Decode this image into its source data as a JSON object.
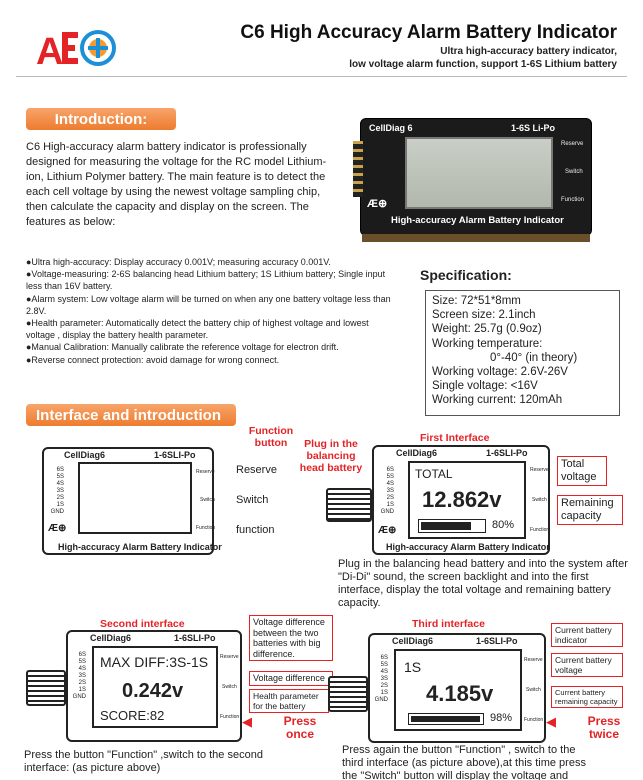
{
  "header": {
    "title": "C6 High Accuracy Alarm Battery Indicator",
    "subtitle_1": "Ultra high-accuracy battery indicator,",
    "subtitle_2": "low voltage alarm function, support 1-6S Lithium battery"
  },
  "intro": {
    "heading": "Introduction:",
    "paragraph": "C6 High-accuracy alarm battery indicator is professionally designed for measuring the voltage for the RC model Lithium-ion, Lithium Polymer battery. The main feature is to detect the each cell voltage by using the newest voltage sampling chip, then calculate the capacity and display on the screen. The features as below:",
    "features": [
      "●Ultra high-accuracy: Display accuracy 0.001V; measuring accuracy 0.001V.",
      "●Voltage-measuring: 2-6S balancing head Lithium battery; 1S Lithium battery; Single input less than 16V battery.",
      "●Alarm system: Low voltage alarm will be turned on when any one battery voltage less than 2.8V.",
      "●Health parameter:  Automatically detect the battery chip of highest voltage and lowest voltage , display the battery health parameter.",
      "●Manual Calibration: Manually calibrate the reference voltage for electron drift.",
      "●Reverse connect protection: avoid damage for wrong connect."
    ]
  },
  "product_photo": {
    "brand": "CellDiag 6",
    "model": "1-6S Li-Po",
    "caption": "High-accuracy Alarm Battery Indicator",
    "buttons": [
      "Reserve",
      "Switch",
      "Function"
    ]
  },
  "spec": {
    "heading": "Specification:",
    "lines": [
      "Size: 72*51*8mm",
      "Screen size: 2.1inch",
      "Weight: 25.7g (0.9oz)",
      "Working temperature:",
      "0°-40° (in theory)",
      "Working voltage: 2.6V-26V",
      "Single voltage: <16V",
      "Working current: 120mAh"
    ]
  },
  "interface": {
    "heading": "Interface and introduction",
    "device_brand": "CellDiag6",
    "device_model": "1-6SLI-Po",
    "device_caption": "High-accuracy Alarm Battery Indicator",
    "pin_labels": [
      "6S",
      "5S",
      "4S",
      "3S",
      "2S",
      "1S",
      "GND"
    ],
    "side_buttons": [
      "Reserve",
      "Switch",
      "Function"
    ],
    "labels_right": [
      "Reserve",
      "Switch",
      "function"
    ],
    "function_button_label": "Function button",
    "plug_label": "Plug in the balancing head battery",
    "first": {
      "title": "First Interface",
      "lcd_title": "TOTAL",
      "voltage": "12.862v",
      "percent": "80%",
      "callout_total": "Total voltage",
      "callout_remaining": "Remaining capacity",
      "desc": "Plug in the balancing head battery and into the system after  \"Di-Di\"  sound, the screen backlight and into the first interface, display the total voltage and remaining battery capacity."
    },
    "second": {
      "title": "Second interface",
      "lcd_title": "MAX DIFF:3S-1S",
      "voltage": "0.242v",
      "score": "SCORE:82",
      "callout_diff": "Voltage difference between the two batteries with big difference.",
      "callout_voltdiff": "Voltage difference",
      "callout_health": "Health parameter for the battery",
      "press": "Press once",
      "desc_1": "Press the button  \"Function\"  ,switch to the second",
      "desc_2": "interface: (as picture above)"
    },
    "third": {
      "title": "Third interface",
      "lcd_title": "1S",
      "voltage": "4.185v",
      "percent": "98%",
      "callout_indicator": "Current battery indicator",
      "callout_voltage": "Current battery voltage",
      "callout_capacity": "Current battery remaining capacity",
      "press": "Press twice",
      "desc_1": "Press again the button  \"Function\" , switch to the",
      "desc_2": "third interface (as picture above),at this time press",
      "desc_3": "the  \"Switch\"  button will display the voltage and"
    }
  },
  "colors": {
    "accent": "#ee7c2e",
    "red": "#e42326",
    "logo_blue": "#1d8fd6",
    "logo_orange": "#f29b2e"
  }
}
